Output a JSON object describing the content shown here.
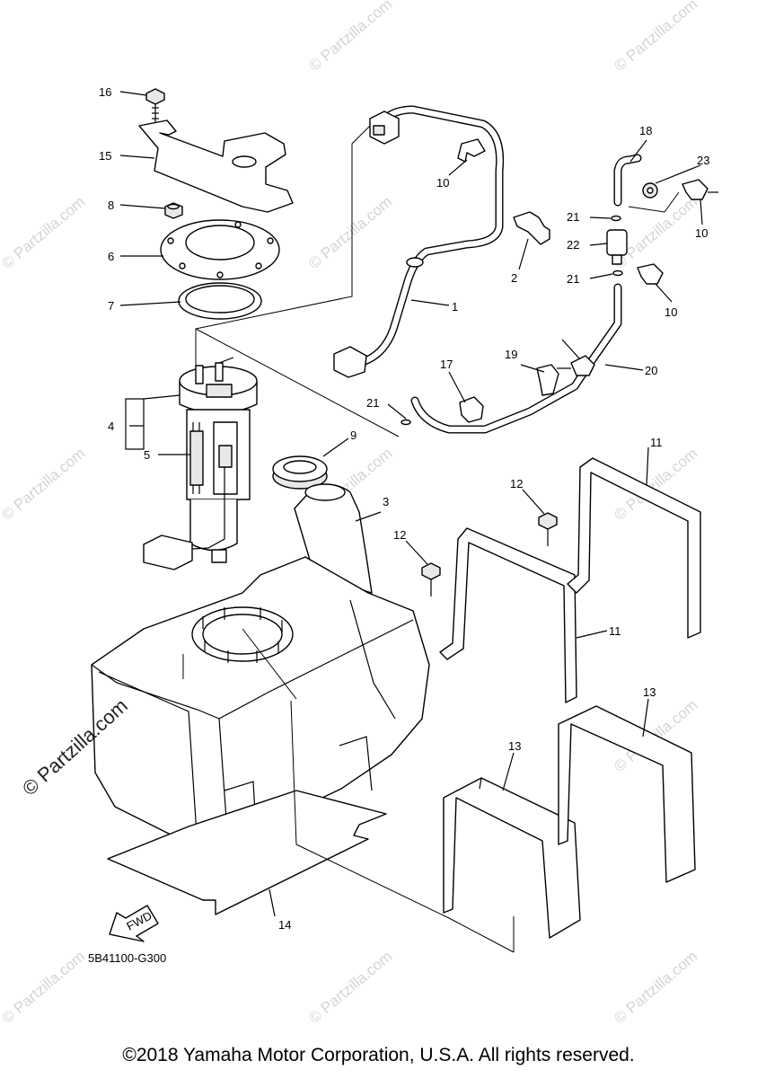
{
  "diagram": {
    "code": "5B41100-G300",
    "copyright": "©2018 Yamaha Motor Corporation, U.S.A. All rights reserved.",
    "watermark_side": "© Partzilla.com",
    "watermark_tile": "© Partzilla.com",
    "fwd_label": "FWD",
    "callouts": [
      "16",
      "15",
      "8",
      "6",
      "7",
      "4",
      "5",
      "1",
      "10",
      "2",
      "18",
      "23",
      "21",
      "22",
      "21",
      "10",
      "10",
      "19",
      "17",
      "20",
      "21",
      "9",
      "3",
      "11",
      "12",
      "12",
      "11",
      "13",
      "13",
      "14"
    ]
  }
}
